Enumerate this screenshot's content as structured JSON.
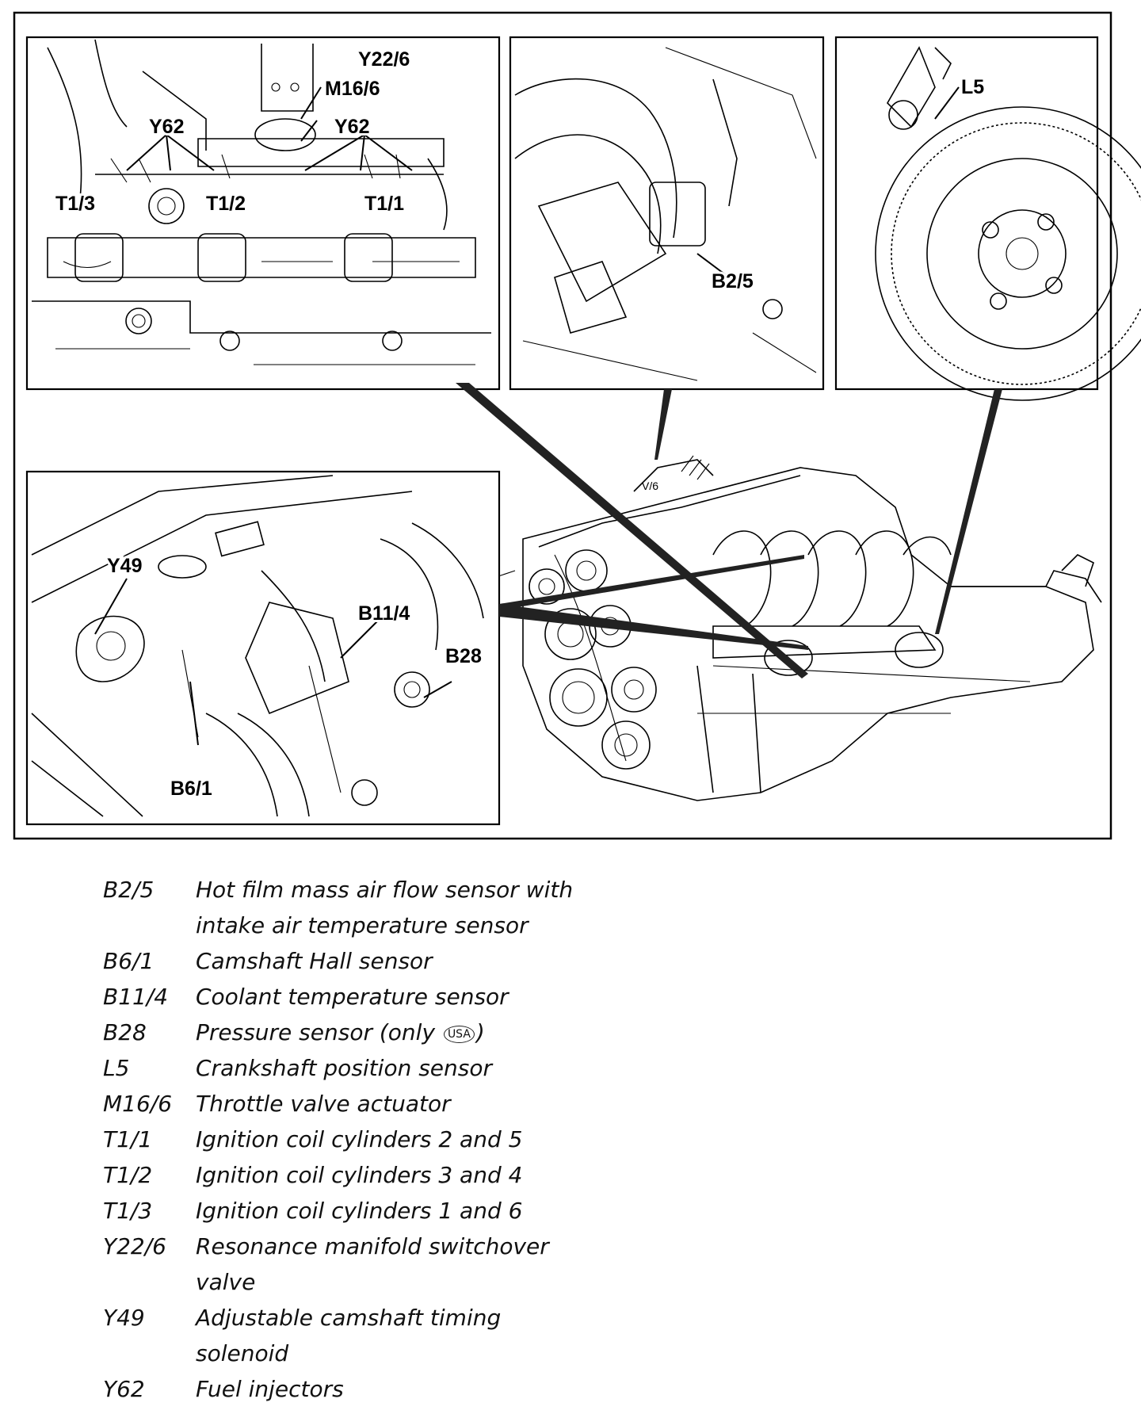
{
  "callouts": {
    "y22_6": "Y22/6",
    "m16_6": "M16/6",
    "y62_left": "Y62",
    "y62_right": "Y62",
    "t1_3": "T1/3",
    "t1_2": "T1/2",
    "t1_1": "T1/1",
    "b2_5": "B2/5",
    "l5": "L5",
    "y49": "Y49",
    "b11_4": "B11/4",
    "b28": "B28",
    "b6_1": "B6/1"
  },
  "legend": [
    {
      "code": "B2/5",
      "desc": "Hot film mass air flow sensor with",
      "desc2": "intake air temperature sensor"
    },
    {
      "code": "B6/1",
      "desc": "Camshaft Hall sensor"
    },
    {
      "code": "B11/4",
      "desc": "Coolant temperature sensor"
    },
    {
      "code": "B28",
      "desc": "Pressure sensor (only",
      "symbol": "USA",
      "desc_suffix": ")"
    },
    {
      "code": "L5",
      "desc": "Crankshaft position sensor"
    },
    {
      "code": "M16/6",
      "desc": "Throttle valve actuator"
    },
    {
      "code": "T1/1",
      "desc": "Ignition coil cylinders 2 and 5"
    },
    {
      "code": "T1/2",
      "desc": "Ignition coil cylinders 3 and 4"
    },
    {
      "code": "T1/3",
      "desc": "Ignition coil cylinders 1 and 6"
    },
    {
      "code": "Y22/6",
      "desc": "Resonance manifold switchover",
      "desc2": "valve"
    },
    {
      "code": "Y49",
      "desc": "Adjustable camshaft timing",
      "desc2": "solenoid"
    },
    {
      "code": "Y62",
      "desc": "Fuel injectors"
    }
  ]
}
